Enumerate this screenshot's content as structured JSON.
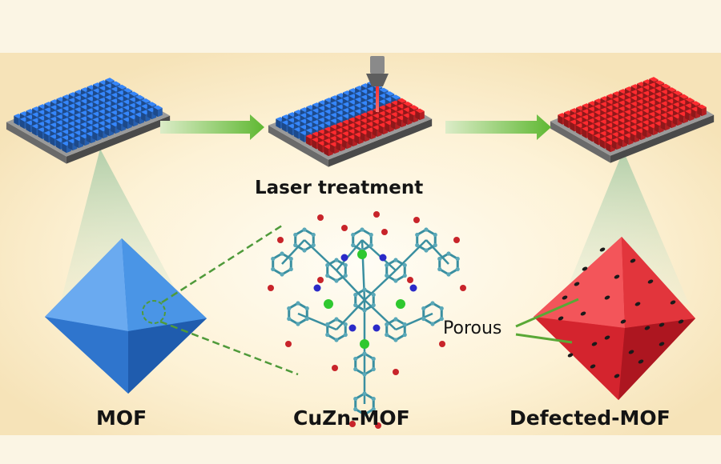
{
  "labels": {
    "laser": "Laser treatment",
    "mof": "MOF",
    "cuzn": "CuZn-MOF",
    "defected": "Defected-MOF",
    "porous": "Porous"
  },
  "colors": {
    "background": "#fbf5e4",
    "panel": "#fdf2d6",
    "pristine_blue": "#2f78e0",
    "defected_red": "#e8262a",
    "substrate": "#6e6e6e",
    "arrow_green": "#6fbf3a",
    "dashed_line": "#4f9a3a",
    "atom_carbon": "#3a8fa0",
    "atom_oxygen": "#c8242a",
    "atom_metal_cu": "#2a2ac8",
    "atom_metal_zn": "#2fc82f"
  },
  "icons": [
    "laser-nozzle-icon",
    "process-arrow-icon",
    "octahedron-crystal-icon",
    "molecule-structure-icon"
  ]
}
